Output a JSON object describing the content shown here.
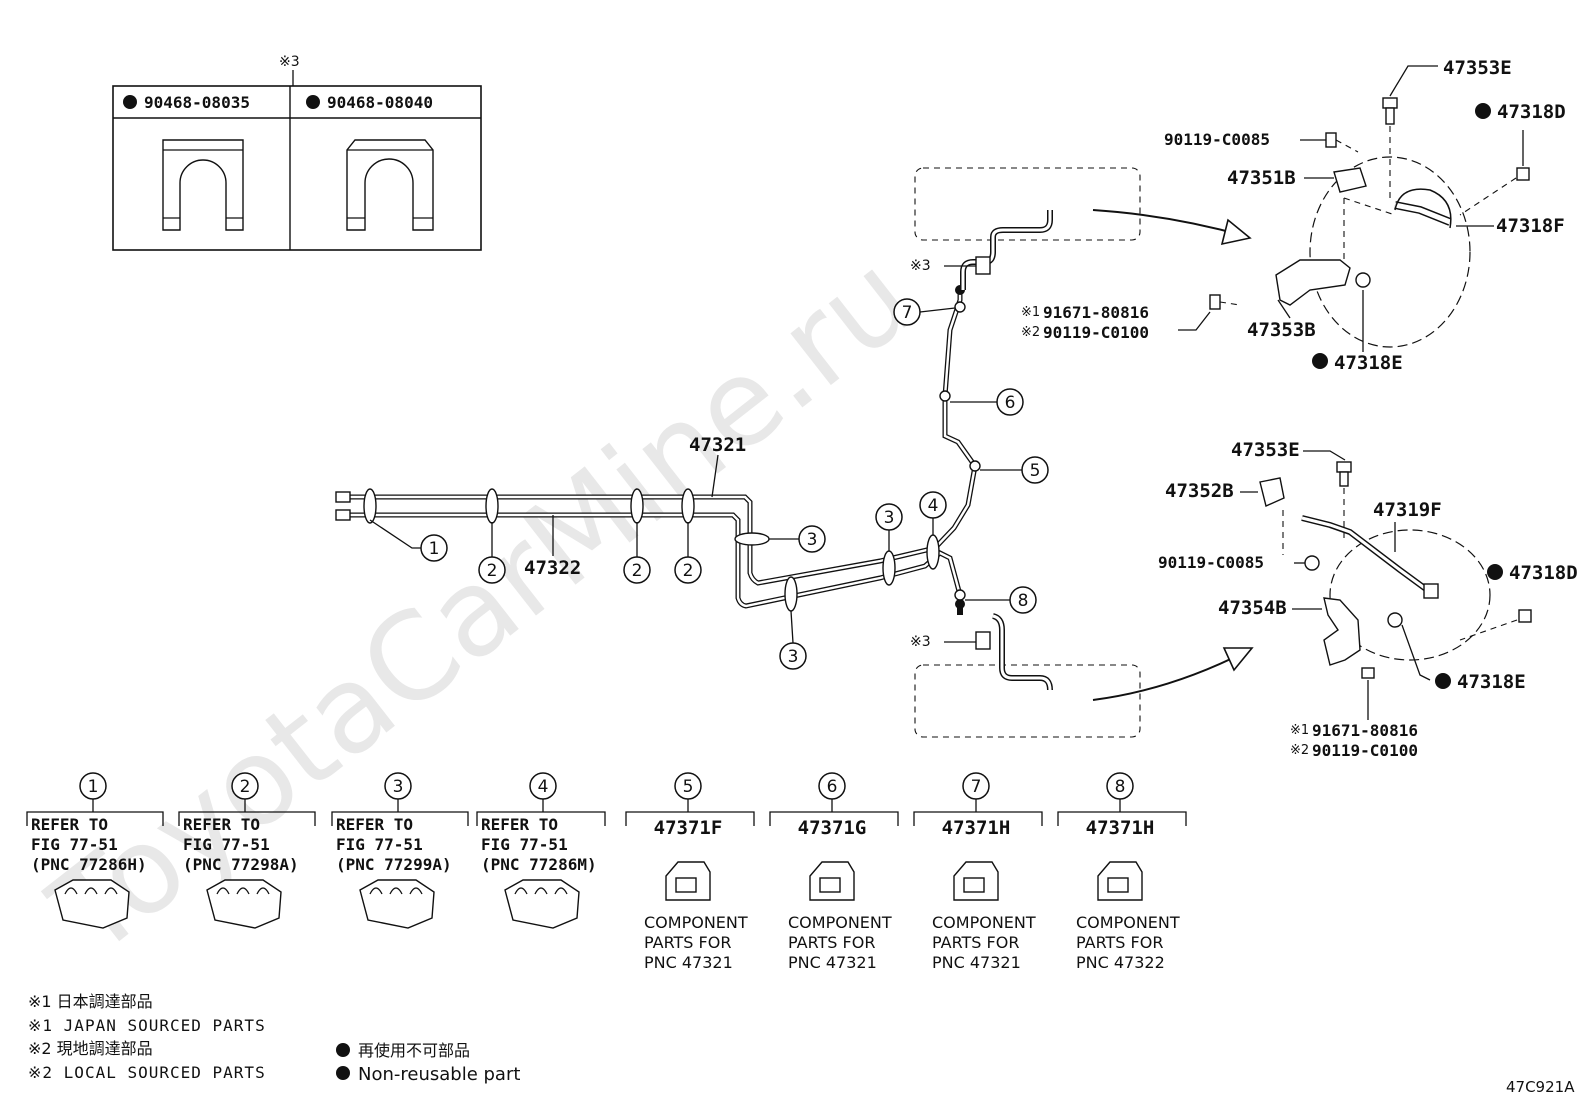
{
  "watermark": "ToyotaCarMine.ru",
  "top_table": {
    "note_mark": "※3",
    "left_part": "90468-08035",
    "right_part": "90468-08040"
  },
  "main_pipes": {
    "pipe_a": "47321",
    "pipe_b": "47322"
  },
  "callout_numbers": [
    "1",
    "2",
    "3",
    "4",
    "5",
    "6",
    "7",
    "8"
  ],
  "front_right": {
    "part_47353E": "47353E",
    "part_47318D": "47318D",
    "part_90119_C0085": "90119-C0085",
    "part_47351B": "47351B",
    "part_47318F": "47318F",
    "note1_mark": "※1",
    "note1_part": "91671-80816",
    "note2_mark": "※2",
    "note2_part": "90119-C0100",
    "part_47353B": "47353B",
    "part_47318E": "47318E",
    "note3_upper": "※3",
    "note3_lower": "※3"
  },
  "rear_right": {
    "part_47353E": "47353E",
    "part_47352B": "47352B",
    "part_47319F": "47319F",
    "part_90119_C0085": "90119-C0085",
    "part_47318D": "47318D",
    "part_47354B": "47354B",
    "part_47318E": "47318E",
    "note1_mark": "※1",
    "note1_part": "91671-80816",
    "note2_mark": "※2",
    "note2_part": "90119-C0100"
  },
  "legend_items": [
    {
      "num": "1",
      "lines": [
        "REFER TO",
        "FIG 77-51",
        "(PNC 77286H)"
      ]
    },
    {
      "num": "2",
      "lines": [
        "REFER TO",
        "FIG 77-51",
        "(PNC 77298A)"
      ]
    },
    {
      "num": "3",
      "lines": [
        "REFER TO",
        "FIG 77-51",
        "(PNC 77299A)"
      ]
    },
    {
      "num": "4",
      "lines": [
        "REFER TO",
        "FIG 77-51",
        "(PNC 77286M)"
      ]
    },
    {
      "num": "5",
      "part": "47371F",
      "comp": [
        "COMPONENT",
        "PARTS FOR",
        "PNC 47321"
      ]
    },
    {
      "num": "6",
      "part": "47371G",
      "comp": [
        "COMPONENT",
        "PARTS FOR",
        "PNC 47321"
      ]
    },
    {
      "num": "7",
      "part": "47371H",
      "comp": [
        "COMPONENT",
        "PARTS FOR",
        "PNC 47321"
      ]
    },
    {
      "num": "8",
      "part": "47371H",
      "comp": [
        "COMPONENT",
        "PARTS FOR",
        "PNC 47322"
      ]
    }
  ],
  "notes": {
    "n1_jp": "※1 日本調達部品",
    "n1_en": "※1 JAPAN SOURCED PARTS",
    "n2_jp": "※2 現地調達部品",
    "n2_en": "※2 LOCAL SOURCED PARTS",
    "nonreuse_jp": "再使用不可部品",
    "nonreuse_en": "Non-reusable part"
  },
  "figure_code": "47C921A"
}
